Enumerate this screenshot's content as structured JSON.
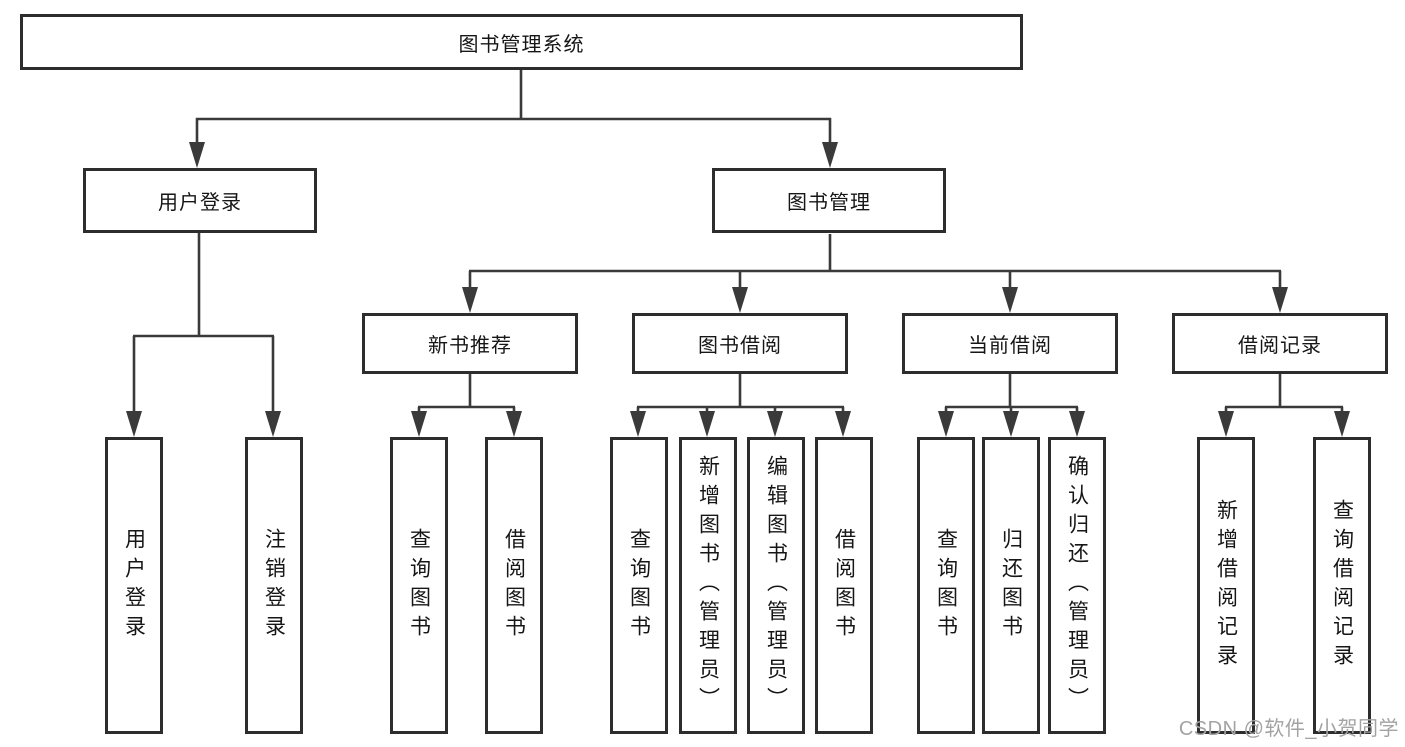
{
  "diagram": {
    "root": {
      "label": "图书管理系统"
    },
    "level2": [
      {
        "id": "user-login",
        "label": "用户登录"
      },
      {
        "id": "book-management",
        "label": "图书管理"
      }
    ],
    "level3": [
      {
        "id": "new-book-recommend",
        "label": "新书推荐"
      },
      {
        "id": "book-borrowing",
        "label": "图书借阅"
      },
      {
        "id": "current-borrowing",
        "label": "当前借阅"
      },
      {
        "id": "borrowing-records",
        "label": "借阅记录"
      }
    ],
    "leaves": {
      "user_login": [
        "用户登录",
        "注销登录"
      ],
      "new_book_recommend": [
        "查询图书",
        "借阅图书"
      ],
      "book_borrowing": [
        "查询图书",
        "新增图书（管理员）",
        "编辑图书（管理员）",
        "借阅图书"
      ],
      "current_borrowing": [
        "查询图书",
        "归还图书",
        "确认归还（管理员）"
      ],
      "borrowing_records": [
        "新增借阅记录",
        "查询借阅记录"
      ]
    }
  },
  "watermark": {
    "text": "CSDN @软件_小贺同学"
  },
  "colors": {
    "background": "#ffffff",
    "line": "#3a3a3a",
    "box_border": "#2d2d2d",
    "text": "#161616",
    "watermark": "#a3a3a3"
  }
}
